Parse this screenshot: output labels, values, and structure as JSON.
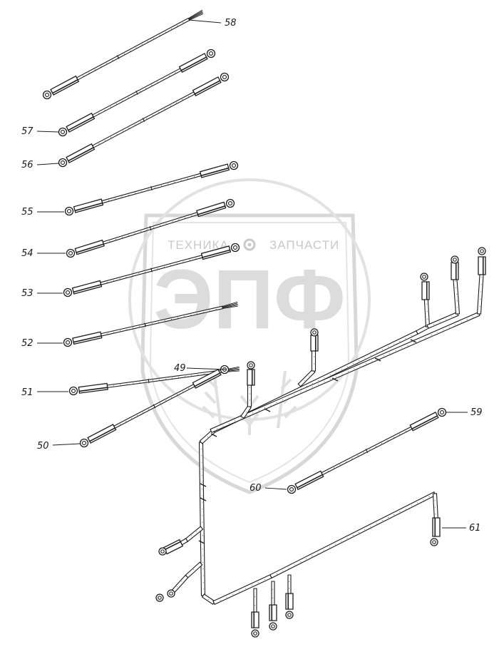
{
  "watermark": {
    "brand_left": "ТЕХНИКА",
    "brand_right": "ЗАПЧАСТИ",
    "logo_letters": "ЭПФ",
    "colors": {
      "shield": "#d8d8d8",
      "text": "#c9c9c9"
    },
    "icon": "gear-icon"
  },
  "parts": [
    {
      "id": "58",
      "label": "58"
    },
    {
      "id": "57",
      "label": "57"
    },
    {
      "id": "56",
      "label": "56"
    },
    {
      "id": "55",
      "label": "55"
    },
    {
      "id": "54",
      "label": "54"
    },
    {
      "id": "53",
      "label": "53"
    },
    {
      "id": "52",
      "label": "52"
    },
    {
      "id": "51",
      "label": "51"
    },
    {
      "id": "50",
      "label": "50"
    },
    {
      "id": "49",
      "label": "49"
    },
    {
      "id": "59",
      "label": "59"
    },
    {
      "id": "60",
      "label": "60"
    },
    {
      "id": "61",
      "label": "61"
    }
  ],
  "colors": {
    "line": "#1d1d1d",
    "background": "#ffffff"
  }
}
